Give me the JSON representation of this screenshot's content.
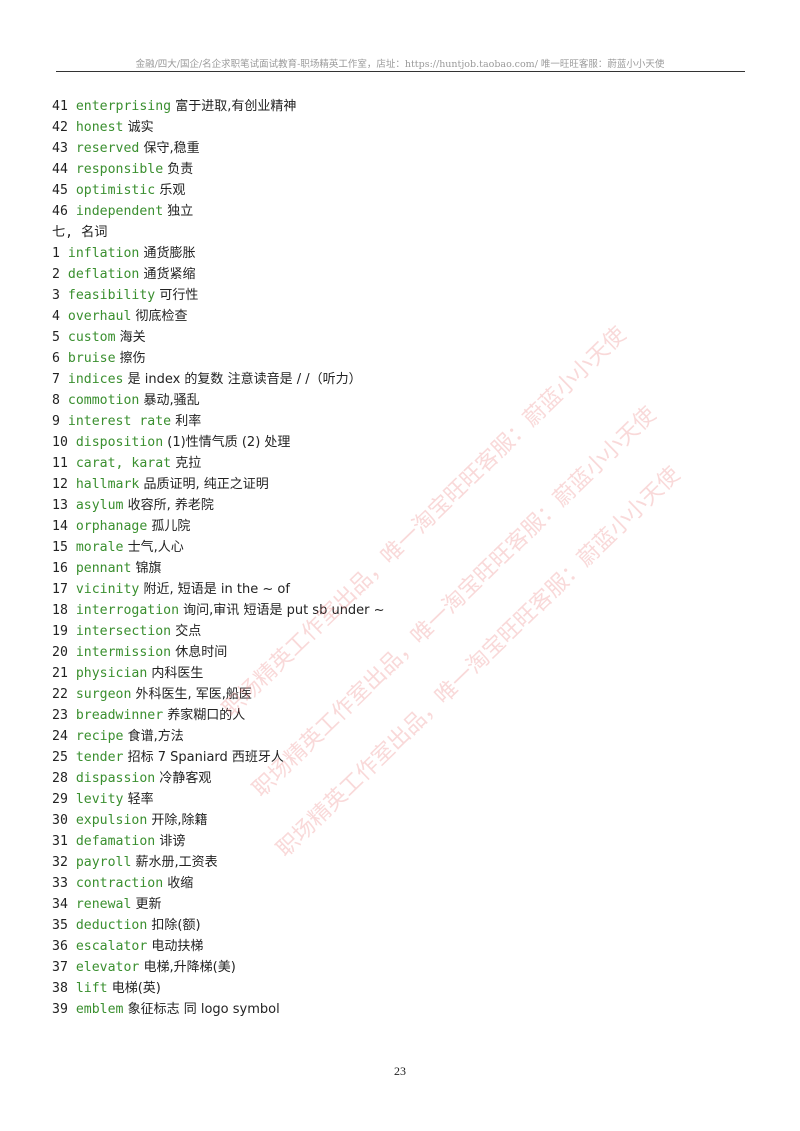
{
  "header": {
    "text": "金融/四大/国企/名企求职笔试面试教育-职场精英工作室，店址：https://huntjob.taobao.com/  唯一旺旺客服：蔚蓝小小天使"
  },
  "lines": [
    {
      "num": "41 ",
      "en": "enterprising",
      "zh": " 富于进取,有创业精神"
    },
    {
      "num": "42 ",
      "en": "honest",
      "zh": " 诚实"
    },
    {
      "num": "43 ",
      "en": "reserved",
      "zh": " 保守,稳重"
    },
    {
      "num": "44 ",
      "en": "responsible",
      "zh": " 负责"
    },
    {
      "num": "45 ",
      "en": "optimistic",
      "zh": " 乐观"
    },
    {
      "num": "46 ",
      "en": "independent",
      "zh": " 独立"
    },
    {
      "num": "七, 名词",
      "en": "",
      "zh": ""
    },
    {
      "num": "1 ",
      "en": "inflation",
      "zh": " 通货膨胀"
    },
    {
      "num": "2 ",
      "en": "deflation",
      "zh": " 通货紧缩"
    },
    {
      "num": "3 ",
      "en": "feasibility",
      "zh": " 可行性"
    },
    {
      "num": "4 ",
      "en": "overhaul",
      "zh": " 彻底检查"
    },
    {
      "num": "5 ",
      "en": "custom",
      "zh": " 海关"
    },
    {
      "num": "6 ",
      "en": "bruise",
      "zh": " 擦伤"
    },
    {
      "num": "7 ",
      "en": "indices",
      "zh": " 是 index 的复数 注意读音是 / /（听力）"
    },
    {
      "num": "8 ",
      "en": "commotion",
      "zh": " 暴动,骚乱"
    },
    {
      "num": "9 ",
      "en": "interest rate",
      "zh": " 利率"
    },
    {
      "num": "10 ",
      "en": "disposition",
      "zh": " (1)性情气质 (2) 处理"
    },
    {
      "num": "11 ",
      "en": "carat, karat",
      "zh": " 克拉"
    },
    {
      "num": "12 ",
      "en": "hallmark",
      "zh": " 品质证明, 纯正之证明"
    },
    {
      "num": "13 ",
      "en": "asylum",
      "zh": " 收容所, 养老院"
    },
    {
      "num": "14 ",
      "en": "orphanage",
      "zh": " 孤儿院"
    },
    {
      "num": "15 ",
      "en": "morale",
      "zh": " 士气,人心"
    },
    {
      "num": "16 ",
      "en": "pennant",
      "zh": " 锦旗"
    },
    {
      "num": "17 ",
      "en": "vicinity",
      "zh": " 附近, 短语是 in the ~ of"
    },
    {
      "num": "18 ",
      "en": "interrogation",
      "zh": " 询问,审讯 短语是 put sb under ~"
    },
    {
      "num": "19 ",
      "en": "intersection",
      "zh": " 交点"
    },
    {
      "num": "20 ",
      "en": "intermission",
      "zh": " 休息时间"
    },
    {
      "num": "21 ",
      "en": "physician",
      "zh": " 内科医生"
    },
    {
      "num": "22 ",
      "en": "surgeon",
      "zh": " 外科医生, 军医,船医"
    },
    {
      "num": "23 ",
      "en": "breadwinner",
      "zh": " 养家糊口的人"
    },
    {
      "num": "24 ",
      "en": "recipe",
      "zh": " 食谱,方法"
    },
    {
      "num": "25 ",
      "en": "tender",
      "zh": " 招标 7 Spaniard 西班牙人"
    },
    {
      "num": "28 ",
      "en": "dispassion",
      "zh": " 冷静客观"
    },
    {
      "num": "29 ",
      "en": "levity",
      "zh": " 轻率"
    },
    {
      "num": "30 ",
      "en": "expulsion",
      "zh": " 开除,除籍"
    },
    {
      "num": "31 ",
      "en": "defamation",
      "zh": " 诽谤"
    },
    {
      "num": "32 ",
      "en": "payroll",
      "zh": " 薪水册,工资表"
    },
    {
      "num": "33 ",
      "en": "contraction",
      "zh": " 收缩"
    },
    {
      "num": "34 ",
      "en": "renewal",
      "zh": " 更新"
    },
    {
      "num": "35 ",
      "en": "deduction",
      "zh": " 扣除(额)"
    },
    {
      "num": "36 ",
      "en": "escalator",
      "zh": " 电动扶梯"
    },
    {
      "num": "37 ",
      "en": "elevator",
      "zh": " 电梯,升降梯(美)"
    },
    {
      "num": "38 ",
      "en": "lift",
      "zh": " 电梯(英)"
    },
    {
      "num": "39 ",
      "en": "emblem",
      "zh": " 象征标志 同 logo symbol"
    }
  ],
  "watermark": {
    "line1": "职场精英工作室出品，唯一淘宝旺旺客服：蔚蓝小小天使",
    "line2": "职场精英工作室出品，唯一淘宝旺旺客服：蔚蓝小小天使",
    "line3": "职场精英工作室出品，唯一淘宝旺旺客服：蔚蓝小小天使"
  },
  "footer": {
    "page_number": "23"
  }
}
